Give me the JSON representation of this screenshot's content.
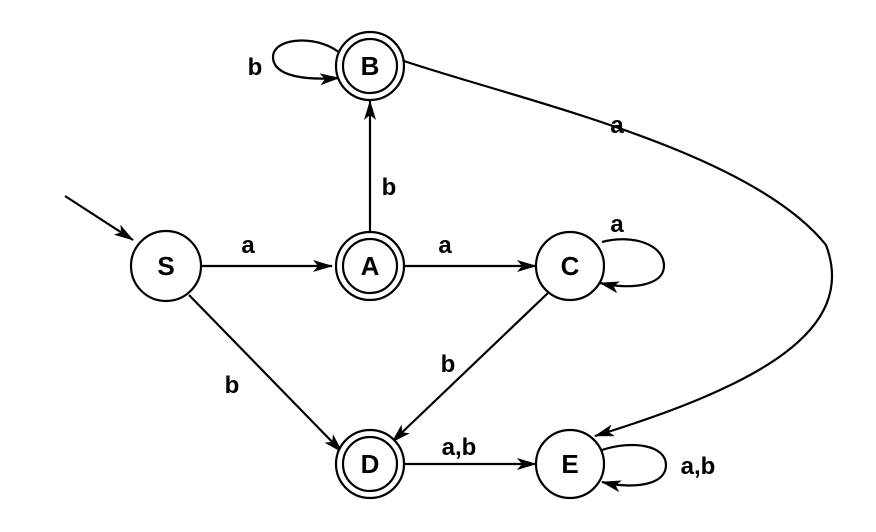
{
  "diagram": {
    "states": {
      "S": {
        "label": "S",
        "accepting": false
      },
      "A": {
        "label": "A",
        "accepting": true
      },
      "B": {
        "label": "B",
        "accepting": true
      },
      "C": {
        "label": "C",
        "accepting": false
      },
      "D": {
        "label": "D",
        "accepting": true
      },
      "E": {
        "label": "E",
        "accepting": false
      }
    },
    "start_state": "S",
    "transitions": [
      {
        "from": "S",
        "to": "A",
        "label": "a"
      },
      {
        "from": "S",
        "to": "D",
        "label": "b"
      },
      {
        "from": "A",
        "to": "B",
        "label": "b"
      },
      {
        "from": "A",
        "to": "C",
        "label": "a"
      },
      {
        "from": "B",
        "to": "B",
        "label": "b"
      },
      {
        "from": "B",
        "to": "E",
        "label": "a"
      },
      {
        "from": "C",
        "to": "C",
        "label": "a"
      },
      {
        "from": "C",
        "to": "D",
        "label": "b"
      },
      {
        "from": "D",
        "to": "E",
        "label": "a,b"
      },
      {
        "from": "E",
        "to": "E",
        "label": "a,b"
      }
    ]
  }
}
